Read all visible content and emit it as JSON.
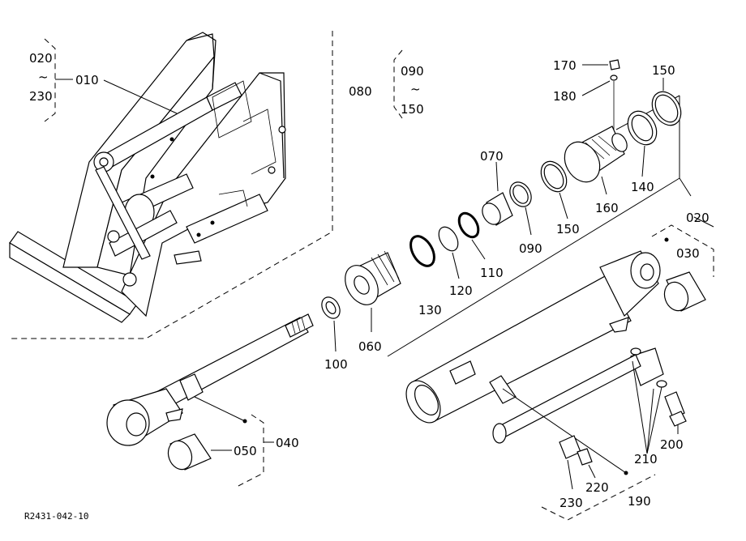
{
  "diagram": {
    "code": "R2431-042-10",
    "labels": {
      "p010": "010",
      "p020_top": "020",
      "p230_top": "230",
      "tilde": "~",
      "p080": "080",
      "p090_grp": "090",
      "p150_grp": "150",
      "p170": "170",
      "p180": "180",
      "p150_a": "150",
      "p070": "070",
      "p140": "140",
      "p160": "160",
      "p150_b": "150",
      "p090": "090",
      "p110": "110",
      "p120": "120",
      "p130": "130",
      "p100": "100",
      "p060": "060",
      "p020": "020",
      "p030": "030",
      "p040": "040",
      "p050": "050",
      "p200": "200",
      "p210": "210",
      "p220": "220",
      "p230": "230",
      "p190": "190"
    }
  }
}
